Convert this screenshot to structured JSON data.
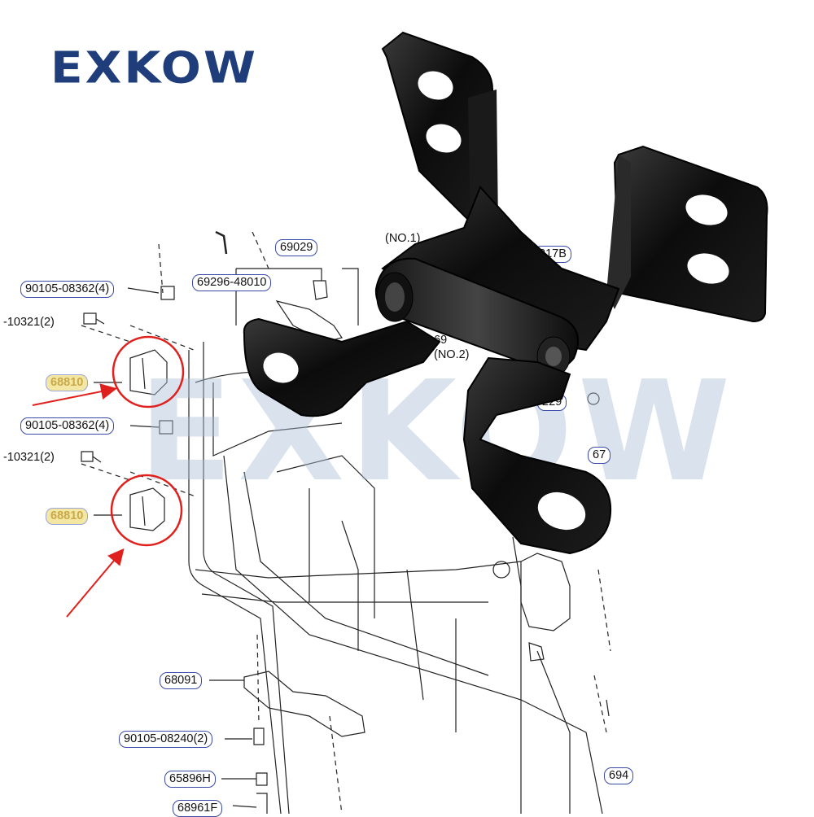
{
  "brand": {
    "name": "EXKOW",
    "watermark": "EXKOW",
    "color": "#1f3d7a"
  },
  "diagram": {
    "parts": [
      {
        "id": "p1",
        "label": "90105-08362(4)"
      },
      {
        "id": "p2",
        "label": "-10321(2)"
      },
      {
        "id": "p3",
        "label": "68810",
        "highlighted": true
      },
      {
        "id": "p4",
        "label": "90105-08362(4)"
      },
      {
        "id": "p5",
        "label": "-10321(2)"
      },
      {
        "id": "p6",
        "label": "68810",
        "highlighted": true
      },
      {
        "id": "p7",
        "label": "69029"
      },
      {
        "id": "p8",
        "label": "69296-48010"
      },
      {
        "id": "p9",
        "label": "(NO.1)"
      },
      {
        "id": "p10",
        "label": "217B"
      },
      {
        "id": "p11",
        "label": "69"
      },
      {
        "id": "p12",
        "label": "(NO.2)"
      },
      {
        "id": "p13",
        "label": "229"
      },
      {
        "id": "p14",
        "label": "67"
      },
      {
        "id": "p15",
        "label": "68091"
      },
      {
        "id": "p16",
        "label": "90105-08240(2)"
      },
      {
        "id": "p17",
        "label": "65896H"
      },
      {
        "id": "p18",
        "label": "68961F"
      },
      {
        "id": "p19",
        "label": "694"
      }
    ],
    "callout_color": "#e0201c",
    "highlight_color": "#f4e7a3"
  }
}
